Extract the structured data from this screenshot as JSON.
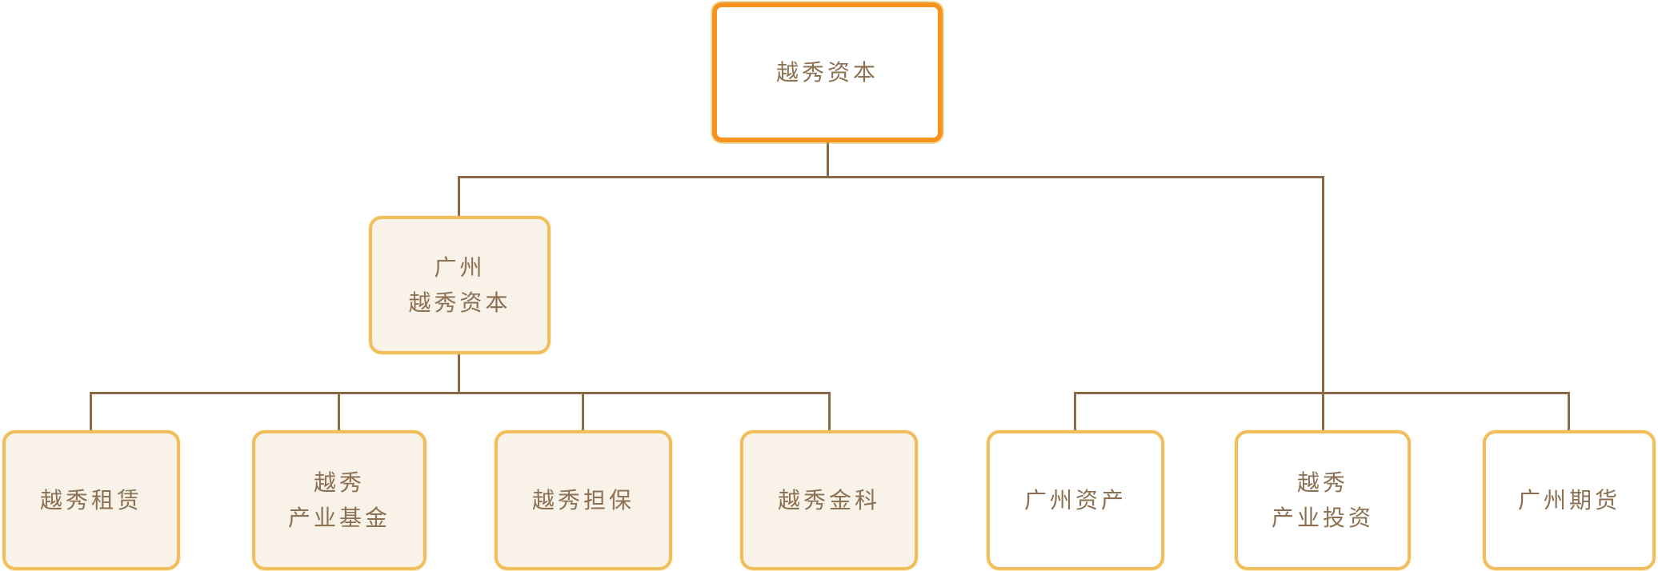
{
  "diagram": {
    "type": "org-chart",
    "colors": {
      "root_border": "#F8941D",
      "child_border": "#F2BD5B",
      "cream_fill": "#F8F2E9",
      "white_fill": "#FFFFFF",
      "connector": "#8A6A46",
      "text": "#8C7052",
      "background": "#FFFFFF"
    },
    "root": {
      "id": "yuexiu-capital",
      "label": "越秀资本"
    },
    "intermediate": {
      "id": "guangzhou-yuexiu-capital",
      "label": "广州\n越秀资本",
      "parent": "yuexiu-capital"
    },
    "leaves": [
      {
        "id": "yuexiu-leasing",
        "label": "越秀租赁",
        "parent": "guangzhou-yuexiu-capital",
        "fill": "cream"
      },
      {
        "id": "yuexiu-industrial-fund",
        "label": "越秀\n产业基金",
        "parent": "guangzhou-yuexiu-capital",
        "fill": "cream"
      },
      {
        "id": "yuexiu-guarantee",
        "label": "越秀担保",
        "parent": "guangzhou-yuexiu-capital",
        "fill": "cream"
      },
      {
        "id": "yuexiu-fintech",
        "label": "越秀金科",
        "parent": "guangzhou-yuexiu-capital",
        "fill": "cream"
      },
      {
        "id": "guangzhou-assets",
        "label": "广州资产",
        "parent": "yuexiu-capital",
        "fill": "white"
      },
      {
        "id": "yuexiu-industrial-investment",
        "label": "越秀\n产业投资",
        "parent": "yuexiu-capital",
        "fill": "white"
      },
      {
        "id": "guangzhou-futures",
        "label": "广州期货",
        "parent": "yuexiu-capital",
        "fill": "white"
      }
    ]
  }
}
